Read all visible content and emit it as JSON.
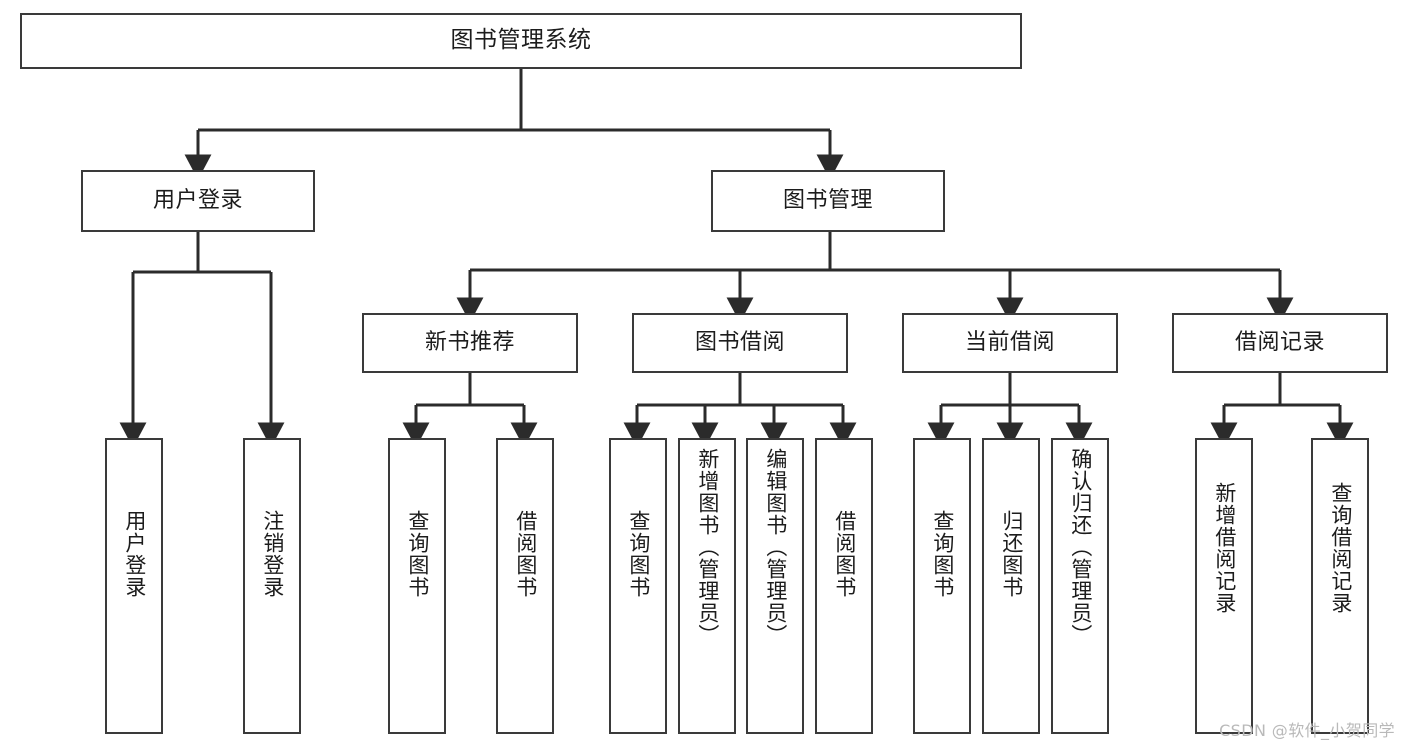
{
  "diagram": {
    "title": "图书管理系统",
    "type": "tree-hierarchy-diagram",
    "watermark": "CSDN @软件_小贺同学",
    "colors": {
      "border": "#3a3a3a",
      "background": "#ffffff",
      "text": "#1c1c1c",
      "edge": "#2b2b2b",
      "watermark": "#b9b9b9"
    },
    "nodes": {
      "root": {
        "label": "图书管理系统"
      },
      "level2": [
        {
          "id": "user-login",
          "label": "用户登录"
        },
        {
          "id": "book-management",
          "label": "图书管理"
        }
      ],
      "level3": [
        {
          "id": "new-book-recommend",
          "label": "新书推荐"
        },
        {
          "id": "book-borrow",
          "label": "图书借阅"
        },
        {
          "id": "current-borrow",
          "label": "当前借阅"
        },
        {
          "id": "borrow-record",
          "label": "借阅记录"
        }
      ],
      "leaves": {
        "user-login": [
          {
            "id": "leaf-user-login",
            "label": "用户登录"
          },
          {
            "id": "leaf-logout-login",
            "label": "注销登录"
          }
        ],
        "new-book-recommend": [
          {
            "id": "leaf-query-book-1",
            "label": "查询图书"
          },
          {
            "id": "leaf-borrow-book-1",
            "label": "借阅图书"
          }
        ],
        "book-borrow": [
          {
            "id": "leaf-query-book-2",
            "label": "查询图书"
          },
          {
            "id": "leaf-add-book",
            "label": "新增图书（管理员）"
          },
          {
            "id": "leaf-edit-book",
            "label": "编辑图书（管理员）"
          },
          {
            "id": "leaf-borrow-book-2",
            "label": "借阅图书"
          }
        ],
        "current-borrow": [
          {
            "id": "leaf-query-book-3",
            "label": "查询图书"
          },
          {
            "id": "leaf-return-book",
            "label": "归还图书"
          },
          {
            "id": "leaf-confirm-return",
            "label": "确认归还（管理员）"
          }
        ],
        "borrow-record": [
          {
            "id": "leaf-add-record",
            "label": "新增借阅记录"
          },
          {
            "id": "leaf-query-record",
            "label": "查询借阅记录"
          }
        ]
      }
    }
  }
}
